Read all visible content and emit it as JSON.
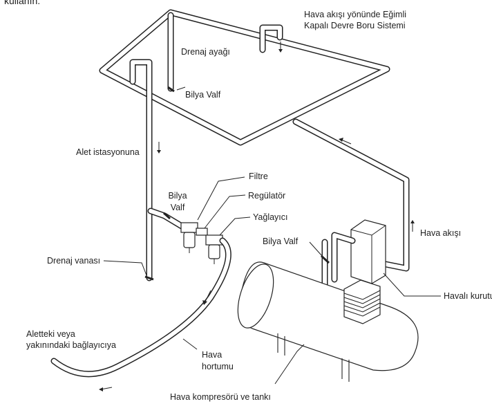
{
  "header_text": "kullanın.",
  "labels": {
    "system": [
      "Hava akışı yönünde Eğimli",
      "Kapalı Devre Boru Sistemi"
    ],
    "drain_leg": "Drenaj ayağı",
    "ball_valve_top": "Bilya Valf",
    "tool_station": "Alet istasyonuna",
    "filter": "Filtre",
    "ball_valve_mid": [
      "Bilya",
      "Valf"
    ],
    "regulator": "Regülatör",
    "lubricator": "Yağlayıcı",
    "ball_valve_right": "Bilya Valf",
    "air_flow": "Hava akışı",
    "drain_valve": "Drenaj vanası",
    "air_dryer": "Havalı kurutucu",
    "connector": [
      "Aletteki veya",
      "yakınındaki bağlayıcıya"
    ],
    "air_hose": [
      "Hava",
      "hortumu"
    ],
    "compressor": "Hava kompresörü ve tankı"
  }
}
